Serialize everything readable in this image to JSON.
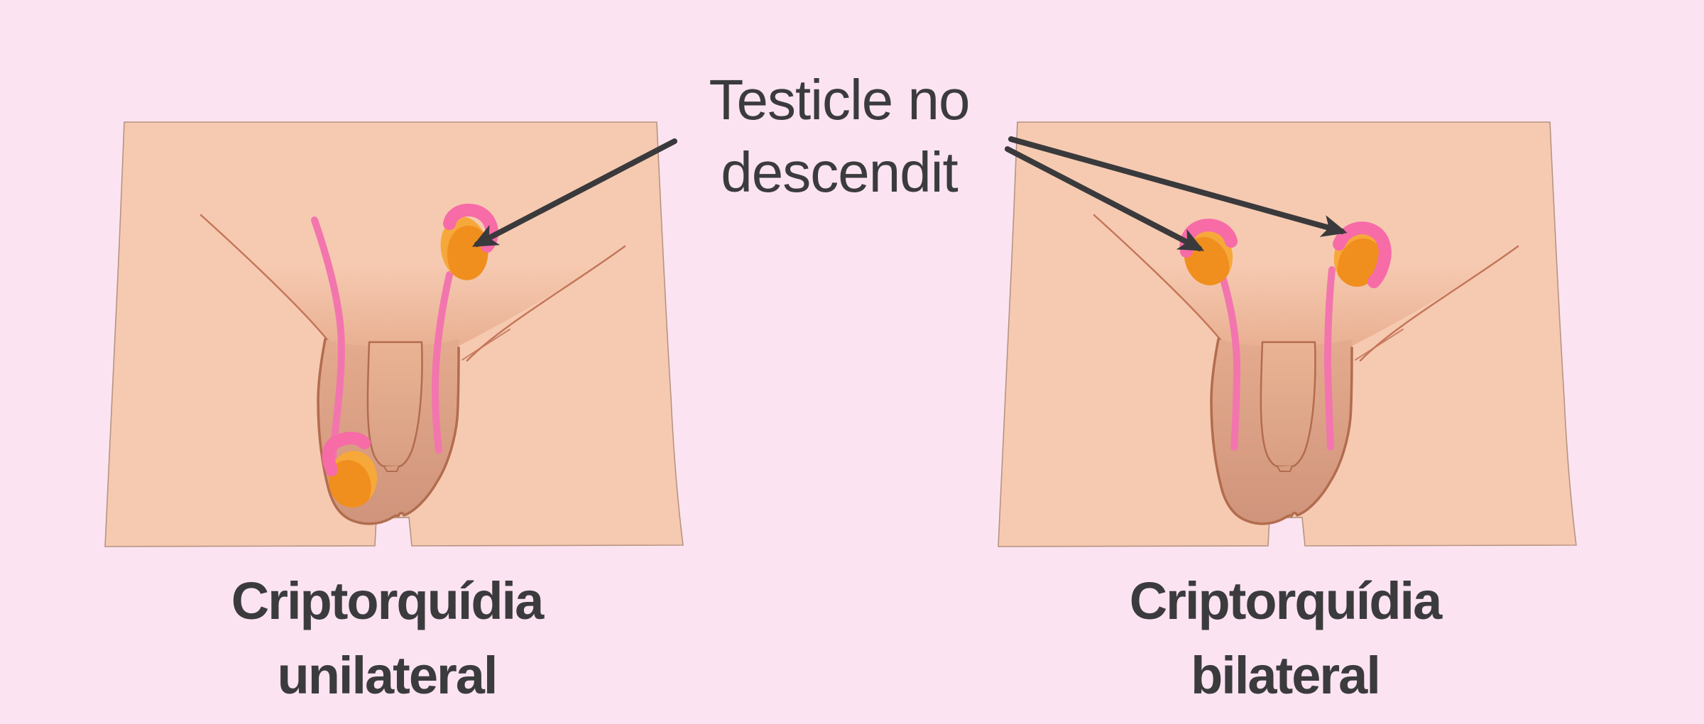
{
  "title": {
    "line1": "Testicle no",
    "line2": "descendit"
  },
  "captions": {
    "unilateral": {
      "line1": "Criptorquídia",
      "line2": "unilateral"
    },
    "bilateral": {
      "line1": "Criptorquídia",
      "line2": "bilateral"
    }
  },
  "colors": {
    "background": "#fce3f2",
    "skin": "#f6cab1",
    "skin_outline": "#b69480",
    "crease": "#c4765a",
    "shade": "#e7ac8e",
    "scrotum_top": "#e5ab8e",
    "scrotum_bottom": "#cf947b",
    "genital_outline": "#b26c4e",
    "penis_top": "#eab494",
    "penis_bottom": "#d89e82",
    "testicle": "#f7a83b",
    "testicle_shadow": "#f08e1e",
    "epididymis": "#f76ba7",
    "cord": "#f375ae",
    "arrow": "#3a3a3c",
    "text": "#3b3b3d"
  }
}
